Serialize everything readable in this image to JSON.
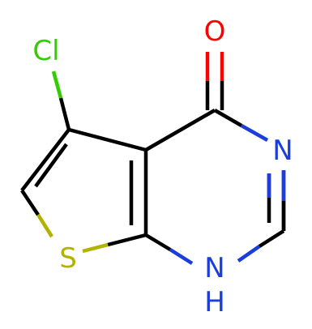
{
  "molecule": {
    "atoms": {
      "chlorine": {
        "label": "Cl",
        "color": "#33cc00"
      },
      "oxygen": {
        "label": "O",
        "color": "#ff0000"
      },
      "nitrogen_ring": {
        "label": "N",
        "color": "#1a3ddb"
      },
      "sulfur": {
        "label": "S",
        "color": "#b2b200"
      },
      "nh": {
        "label": "N",
        "hydrogen": "H",
        "color": "#1a3ddb"
      }
    },
    "bond_color": "#000000"
  }
}
